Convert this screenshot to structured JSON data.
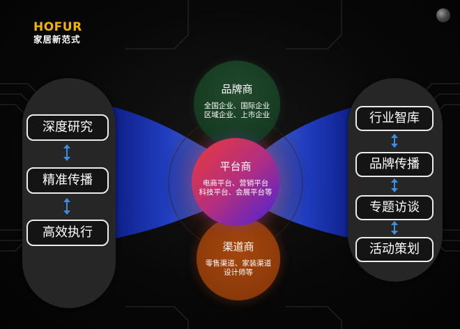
{
  "brand": {
    "name": "HOFUR",
    "tagline": "家居新范式"
  },
  "left_column": {
    "items": [
      {
        "label": "深度研究"
      },
      {
        "label": "精准传播"
      },
      {
        "label": "高效执行"
      }
    ]
  },
  "right_column": {
    "items": [
      {
        "label": "行业智库"
      },
      {
        "label": "品牌传播"
      },
      {
        "label": "专题访谈"
      },
      {
        "label": "活动策划"
      }
    ]
  },
  "center": {
    "brand_owner": {
      "title": "品牌商",
      "lines": [
        "全国企业、国际企业",
        "区域企业、上市企业"
      ]
    },
    "platform": {
      "title": "平台商",
      "lines": [
        "电商平台、营销平台",
        "科技平台、会展平台等"
      ]
    },
    "channel": {
      "title": "渠道商",
      "lines": [
        "零售渠道、家装渠道",
        "设计师等"
      ]
    }
  },
  "colors": {
    "accent_gold": "#f2b400",
    "arrow_blue": "#3b8fe0",
    "beam_blue": "#1d3fd6",
    "brand_green": "#1b4227",
    "channel_orange": "#9a4210",
    "platform_red": "#ea3a3a",
    "platform_violet": "#4a22d8"
  }
}
